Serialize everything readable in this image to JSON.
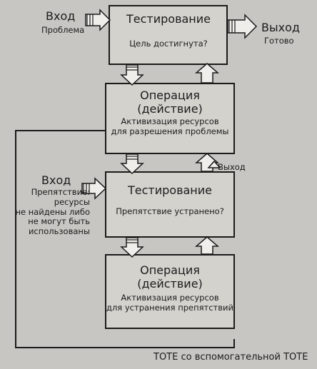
{
  "top": {
    "input_label": "Вход",
    "input_sublabel": "Проблема",
    "output_label": "Выход",
    "output_sublabel": "Готово"
  },
  "test1": {
    "title": "Тестирование",
    "question": "Цель достигнута?"
  },
  "operation1": {
    "title": "Операция\n(действие)",
    "description": "Активизация ресурсов\nдля разрешения проблемы"
  },
  "sub": {
    "input_label": "Вход",
    "input_sublabel": "Препятствие: ресурсы\nне найдены либо\nне могут быть\nиспользованы",
    "output_label": "Выход"
  },
  "test2": {
    "title": "Тестирование",
    "question": "Препятствие устранено?"
  },
  "operation2": {
    "title": "Операция\n(действие)",
    "description": "Активизация ресурсов\nдля устранения препятствий"
  },
  "caption": "ТОТЕ со вспомогательной ТОТЕ",
  "colors": {
    "background": "#c7c6c2",
    "ink": "#1b1b1b",
    "box": "#d3d2cd"
  }
}
